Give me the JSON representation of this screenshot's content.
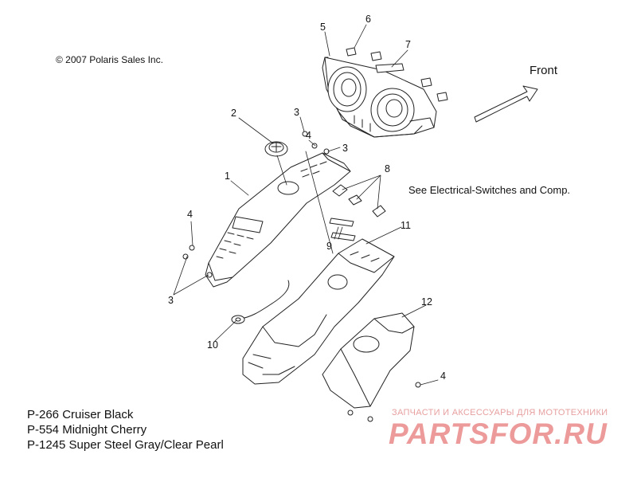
{
  "copyright": "© 2007 Polaris Sales Inc.",
  "front_label": "Front",
  "see_note": "See Electrical-Switches and Comp.",
  "color_codes": [
    "P-266  Cruiser Black",
    "P-554  Midnight Cherry",
    "P-1245 Super Steel Gray/Clear Pearl"
  ],
  "callouts": {
    "c1": "1",
    "c2": "2",
    "c3a": "3",
    "c3b": "3",
    "c3c": "3",
    "c4a": "4",
    "c4b": "4",
    "c4c": "4",
    "c5": "5",
    "c6": "6",
    "c7": "7",
    "c8": "8",
    "c9": "9",
    "c10": "10",
    "c11": "11",
    "c12": "12"
  },
  "watermark": {
    "tagline": "ЗАПЧАСТИ И АКСЕССУАРЫ ДЛЯ МОТОТЕХНИКИ",
    "brand": "PARTSFOR.RU",
    "color": "#ec9a9a"
  }
}
